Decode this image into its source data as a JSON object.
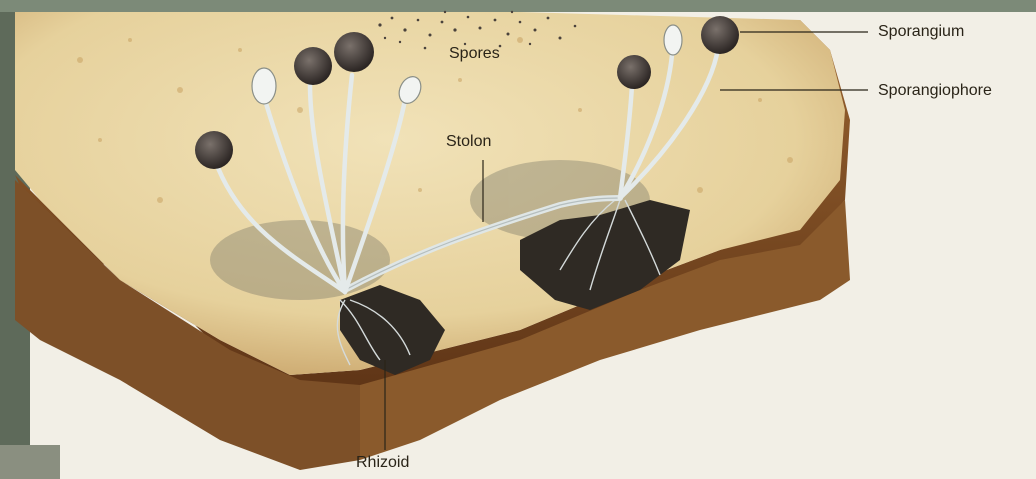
{
  "diagram": {
    "labels": {
      "sporangium": "Sporangium",
      "sporangiophore": "Sporangiophore",
      "spores": "Spores",
      "stolon": "Stolon",
      "rhizoid": "Rhizoid"
    },
    "colors": {
      "background": "#f2efe6",
      "bread_crust": "#7a4a22",
      "bread_crumb": "#ead7a8",
      "mold_hyphae": "#dfe6e6",
      "sporangium": "#3a3330",
      "label_text": "#2a2418"
    }
  }
}
